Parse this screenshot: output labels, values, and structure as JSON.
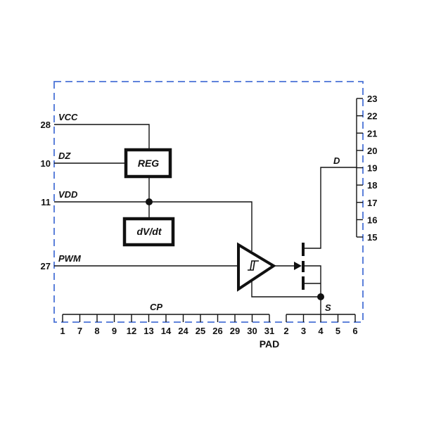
{
  "left_pins": [
    {
      "number": "28",
      "label": "VCC"
    },
    {
      "number": "10",
      "label": "DZ"
    },
    {
      "number": "11",
      "label": "VDD"
    },
    {
      "number": "27",
      "label": "PWM"
    }
  ],
  "blocks": {
    "regulator": "REG",
    "dvdt": "dV/dt"
  },
  "drain": {
    "label": "D",
    "pins": [
      "23",
      "22",
      "21",
      "20",
      "19",
      "18",
      "17",
      "16",
      "15"
    ]
  },
  "source": {
    "label": "S",
    "pins": [
      "2",
      "3",
      "4",
      "5",
      "6"
    ]
  },
  "cp": {
    "label": "CP",
    "pins": [
      "1",
      "7",
      "8",
      "9",
      "12",
      "13",
      "14",
      "24",
      "25",
      "26",
      "29",
      "30",
      "31"
    ]
  },
  "pad_label": "PAD",
  "colors": {
    "boundary": "#4a72d6",
    "wire": "#111111"
  }
}
